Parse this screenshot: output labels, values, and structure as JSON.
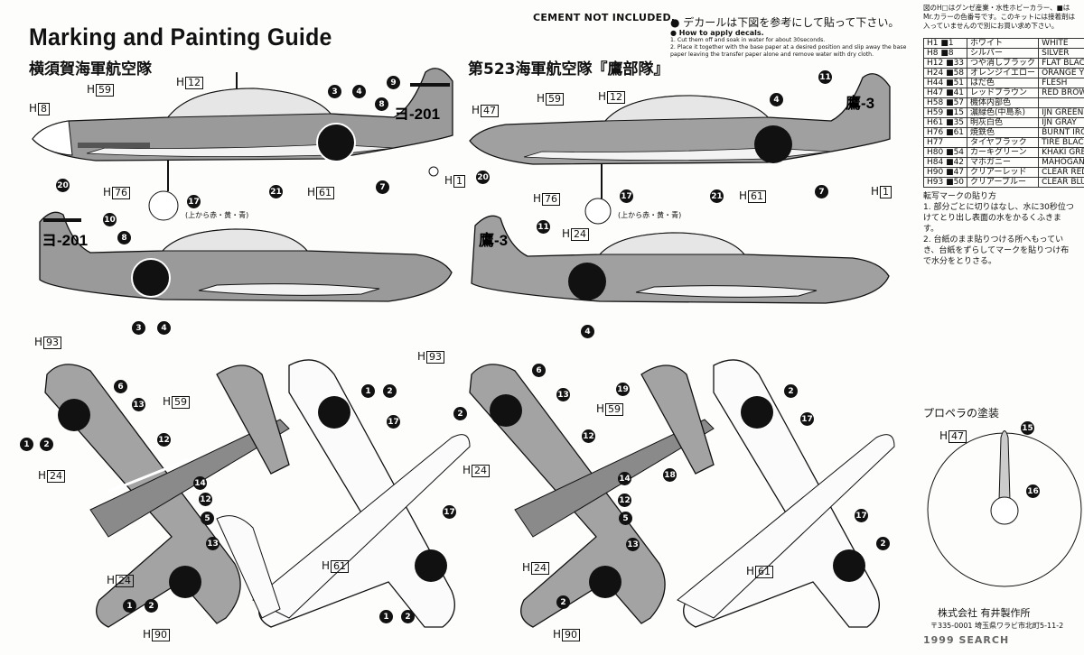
{
  "header": {
    "title": "Marking and Painting Guide",
    "cement": "CEMENT NOT INCLUDED."
  },
  "units": {
    "left": "横須賀海軍航空隊",
    "right": "第523海軍航空隊『鷹部隊』"
  },
  "howto": {
    "jp": "● デカールは下図を参考にして貼って下さい。",
    "en": "● How to apply decals.",
    "step1": "1. Cut them off and soak in water for about 30seconds.",
    "step2": "2. Place it together with the base paper at a desired position and slip away the base paper leaving the transfer paper alone and remove water with dry cloth."
  },
  "aircraft_codes": {
    "yokosuka": "ヨ-201",
    "taka": "鷹-3"
  },
  "note": "図のH□はグンゼ産業・水性ホビーカラー、■はMr.カラーの色番号です。このキットには接着剤は入っていませんので別にお買い求め下さい。",
  "colors": [
    {
      "code": "H1 ■1",
      "jp": "ホワイト",
      "en": "WHITE"
    },
    {
      "code": "H8 ■8",
      "jp": "シルバー",
      "en": "SILVER"
    },
    {
      "code": "H12 ■33",
      "jp": "つや消しブラック",
      "en": "FLAT BLACK"
    },
    {
      "code": "H24 ■58",
      "jp": "オレンジイエロー",
      "en": "ORANGE YELLOW"
    },
    {
      "code": "H44 ■51",
      "jp": "はだ色",
      "en": "FLESH"
    },
    {
      "code": "H47 ■41",
      "jp": "レッドブラウン",
      "en": "RED BROWN"
    },
    {
      "code": "H58 ■57",
      "jp": "機体内部色",
      "en": ""
    },
    {
      "code": "H59 ■15",
      "jp": "濃緑色(中島系)",
      "en": "IJN GREEN"
    },
    {
      "code": "H61 ■35",
      "jp": "明灰白色",
      "en": "IJN GRAY"
    },
    {
      "code": "H76 ■61",
      "jp": "焼鉄色",
      "en": "BURNT IRON"
    },
    {
      "code": "H77",
      "jp": "タイヤブラック",
      "en": "TIRE BLACK"
    },
    {
      "code": "H80 ■54",
      "jp": "カーキグリーン",
      "en": "KHAKI GREEN"
    },
    {
      "code": "H84 ■42",
      "jp": "マホガニー",
      "en": "MAHOGANY"
    },
    {
      "code": "H90 ■47",
      "jp": "クリアーレッド",
      "en": "CLEAR RED"
    },
    {
      "code": "H93 ■50",
      "jp": "クリアーブルー",
      "en": "CLEAR BLUE"
    }
  ],
  "transfer": {
    "title": "転写マークの貼り方",
    "step1": "1. 部分ごとに切りはなし、水に30秒位つけてとり出し表面の水をかるくふきます。",
    "step2": "2. 台紙のまま貼りつける所へもっていき、台紙をずらしてマークを貼りつけ布で水分をとりさる。"
  },
  "propeller": {
    "title": "プロペラの塗装"
  },
  "callouts": {
    "h1": "1",
    "h8": "8",
    "h12": "12",
    "h24": "24",
    "h47": "47",
    "h59": "59",
    "h61": "61",
    "h76": "76",
    "h90": "90",
    "h93": "93",
    "colorsnote": "(上から赤・黄・青)",
    "n1": "1",
    "n2": "2",
    "n3": "3",
    "n4": "4",
    "n5": "5",
    "n6": "6",
    "n7": "7",
    "n8": "8",
    "n9": "9",
    "n10": "10",
    "n11": "11",
    "n12": "12",
    "n13": "13",
    "n14": "14",
    "n15": "15",
    "n16": "16",
    "n17": "17",
    "n18": "18",
    "n19": "19",
    "n20": "20",
    "n21": "21",
    "plus": "+"
  },
  "company": {
    "name": "株式会社 有井製作所",
    "address": "〒335-0001 埼玉県ワラビ市北町5-11-2"
  },
  "watermark": "1999 SEARCH"
}
